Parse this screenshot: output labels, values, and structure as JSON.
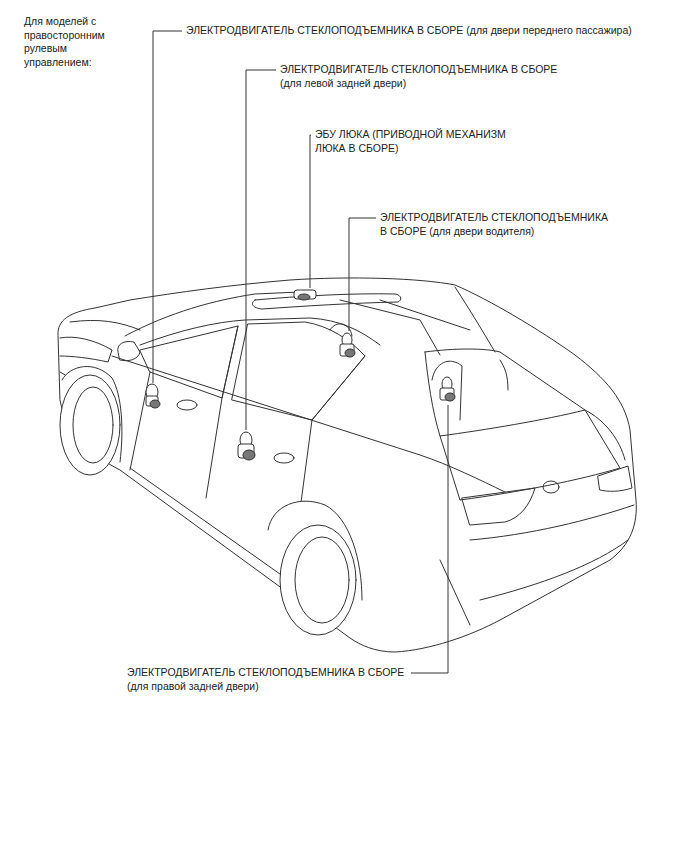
{
  "diagram": {
    "labels": [
      "Для моделей с правосторонним рулевым управлением:",
      "ЭЛЕКТРОДВИГАТЕЛЬ СТЕКЛОПОДЪЕМНИКА В СБОРЕ (для двери переднего пассажира)",
      "ЭЛЕКТРОДВИГАТЕЛЬ СТЕКЛОПОДЪЕМНИКА В СБОРЕ (для левой задней двери)",
      "ЭБУ ЛЮКА (ПРИВОДНОЙ МЕХАНИЗМ ЛЮКА В СБОРЕ)",
      "ЭЛЕКТРОДВИГАТЕЛЬ СТЕКЛОПОДЪЕМНИКА В СБОРЕ (для двери водителя)",
      "ЭЛЕКТРОДВИГАТЕЛЬ СТЕКЛОПОДЪЕМНИКА В СБОРЕ (для правой задней двери)"
    ]
  }
}
